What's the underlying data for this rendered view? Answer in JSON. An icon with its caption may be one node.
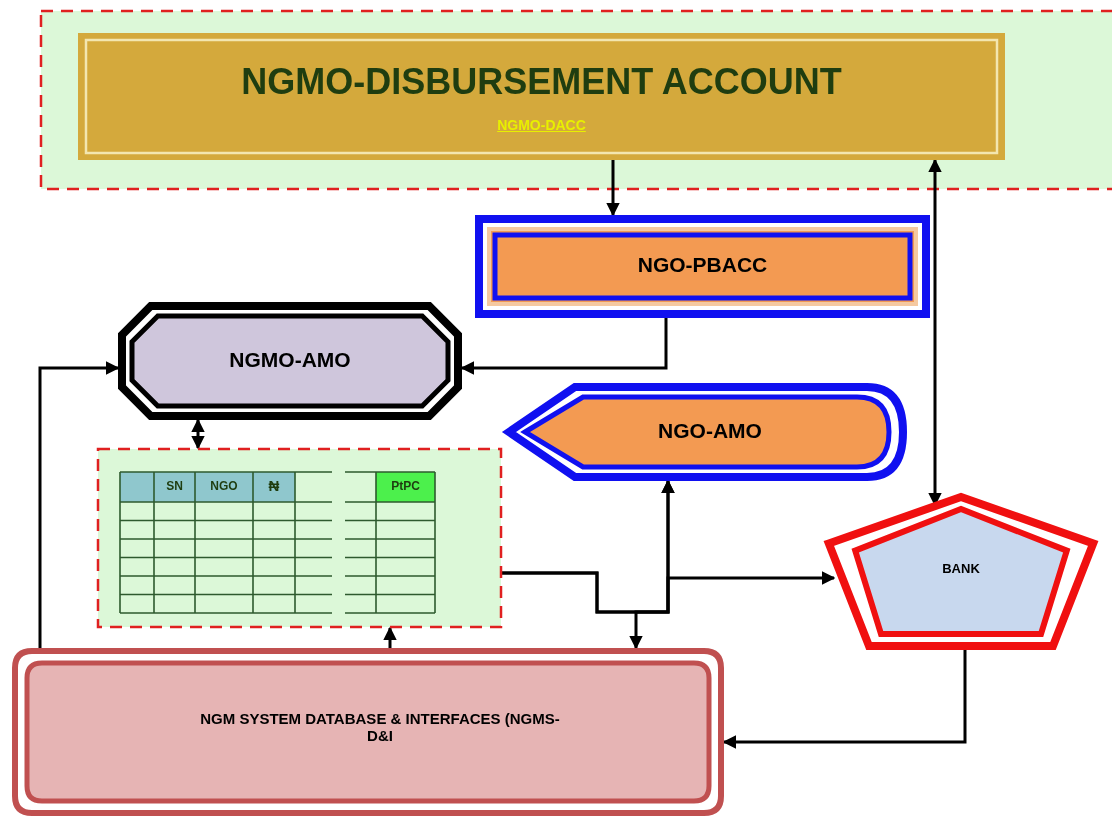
{
  "diagram": {
    "nodes": [
      {
        "text": [
          "NGMO-DISBURSEMENT ACCOUNT",
          "NGMO-DACC"
        ]
      },
      {
        "text": [
          "NGO-PBACC"
        ]
      },
      {
        "text": [
          "NGMO-AMO"
        ]
      },
      {
        "text": [
          "NGO-AMO"
        ]
      },
      {
        "text": [
          "SN",
          "NGO",
          "₦",
          "PtPC"
        ]
      },
      {
        "text": [
          "BANK"
        ]
      },
      {
        "text": [
          "NGM SYSTEM DATABASE & INTERFACES (NGMS-D&I"
        ]
      }
    ],
    "edges": [
      {
        "from": 0,
        "to": 1,
        "arrow": "to"
      },
      {
        "from": 1,
        "to": 2,
        "arrow": "to"
      },
      {
        "from": 5,
        "to": 0,
        "arrow": "both"
      },
      {
        "from": 2,
        "to": 4,
        "arrow": "both"
      },
      {
        "from": 6,
        "to": 2,
        "arrow": "to"
      },
      {
        "from": 6,
        "to": 4,
        "arrow": "to"
      },
      {
        "from": 4,
        "to": 3,
        "arrow": "to"
      },
      {
        "from": 4,
        "to": 5,
        "arrow": "to"
      },
      {
        "from": 6,
        "to": 3,
        "arrow": "both"
      },
      {
        "from": 5,
        "to": 6,
        "arrow": "to"
      }
    ]
  }
}
